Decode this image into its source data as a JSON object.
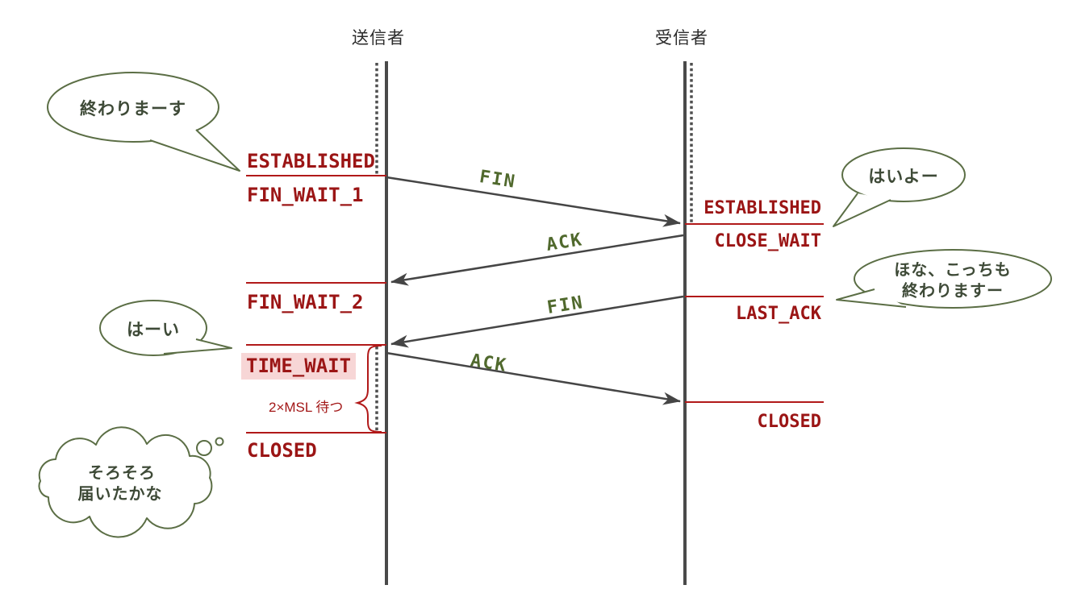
{
  "diagram": {
    "type": "tcp-termination-sequence",
    "lifelines": {
      "sender": "送信者",
      "receiver": "受信者"
    },
    "sender_states": [
      "ESTABLISHED",
      "FIN_WAIT_1",
      "FIN_WAIT_2",
      "TIME_WAIT",
      "CLOSED"
    ],
    "receiver_states": [
      "ESTABLISHED",
      "CLOSE_WAIT",
      "LAST_ACK",
      "CLOSED"
    ],
    "messages": [
      "FIN",
      "ACK",
      "FIN",
      "ACK"
    ],
    "annotation_msl": "2×MSL 待つ",
    "bubbles": {
      "sender_start": "終わりまーす",
      "receiver_ok": "はいよー",
      "receiver_close_1": "ほな、こっちも",
      "receiver_close_2": "終わりますー",
      "sender_ok": "はーい",
      "thought_1": "そろそろ",
      "thought_2": "届いたかな"
    },
    "colors": {
      "state_text": "#9b1515",
      "state_line": "#b11919",
      "time_wait_highlight": "#f7d6d6",
      "lifeline_gray": "#4a4a4a",
      "message_text": "#50692d",
      "bubble_outline": "#5b6e45",
      "bubble_text": "#3e4a37"
    }
  }
}
